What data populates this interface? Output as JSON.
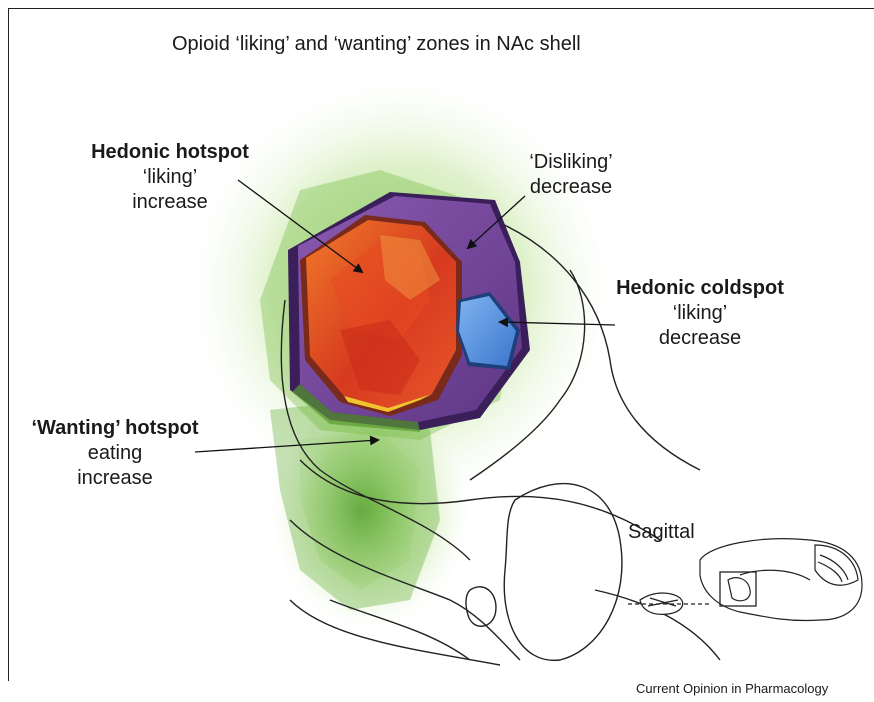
{
  "title": "Opioid ‘liking’ and ‘wanting’ zones in NAc shell",
  "labels": {
    "hedonic_hotspot": {
      "name": "Hedonic hotspot",
      "line1": "‘liking’",
      "line2": "increase"
    },
    "disliking": {
      "line1": "‘Disliking’",
      "line2": "decrease"
    },
    "hedonic_coldspot": {
      "name": "Hedonic coldspot",
      "line1": "‘liking’",
      "line2": "decrease"
    },
    "wanting_hotspot": {
      "name": "‘Wanting’ hotspot",
      "line1": "eating",
      "line2": "increase"
    }
  },
  "inset": {
    "view_label": "Sagittal"
  },
  "credit": "Current Opinion in Pharmacology",
  "colors": {
    "hotspot_red": "#d63a1f",
    "hotspot_orange": "#f07a2a",
    "hotspot_yellow": "#f2c230",
    "disliking_purple": "#7a4a9e",
    "coldspot_blue": "#4f8fe0",
    "wanting_green": "#5aa82a"
  }
}
